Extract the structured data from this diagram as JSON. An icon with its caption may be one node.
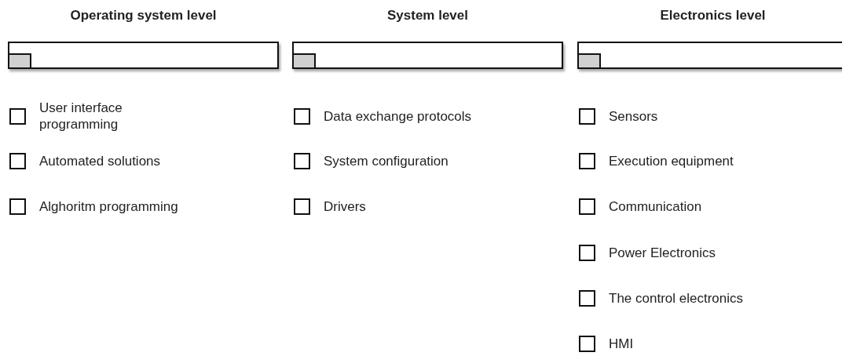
{
  "diagram": {
    "nodes": [
      {
        "text": [
          "Operating system level"
        ]
      },
      {
        "text": [
          "System level"
        ]
      },
      {
        "text": [
          "Electronics level"
        ]
      },
      {
        "text": [
          "User interface programming"
        ]
      },
      {
        "text": [
          "Automated solutions"
        ]
      },
      {
        "text": [
          "Alghoritm programming"
        ]
      },
      {
        "text": [
          "Data exchange protocols"
        ]
      },
      {
        "text": [
          "System configuration"
        ]
      },
      {
        "text": [
          "Drivers"
        ]
      },
      {
        "text": [
          "Sensors"
        ]
      },
      {
        "text": [
          "Execution equipment"
        ]
      },
      {
        "text": [
          "Communication"
        ]
      },
      {
        "text": [
          "Power Electronics"
        ]
      },
      {
        "text": [
          "The control electronics"
        ]
      },
      {
        "text": [
          "HMI"
        ]
      }
    ],
    "edges": []
  }
}
